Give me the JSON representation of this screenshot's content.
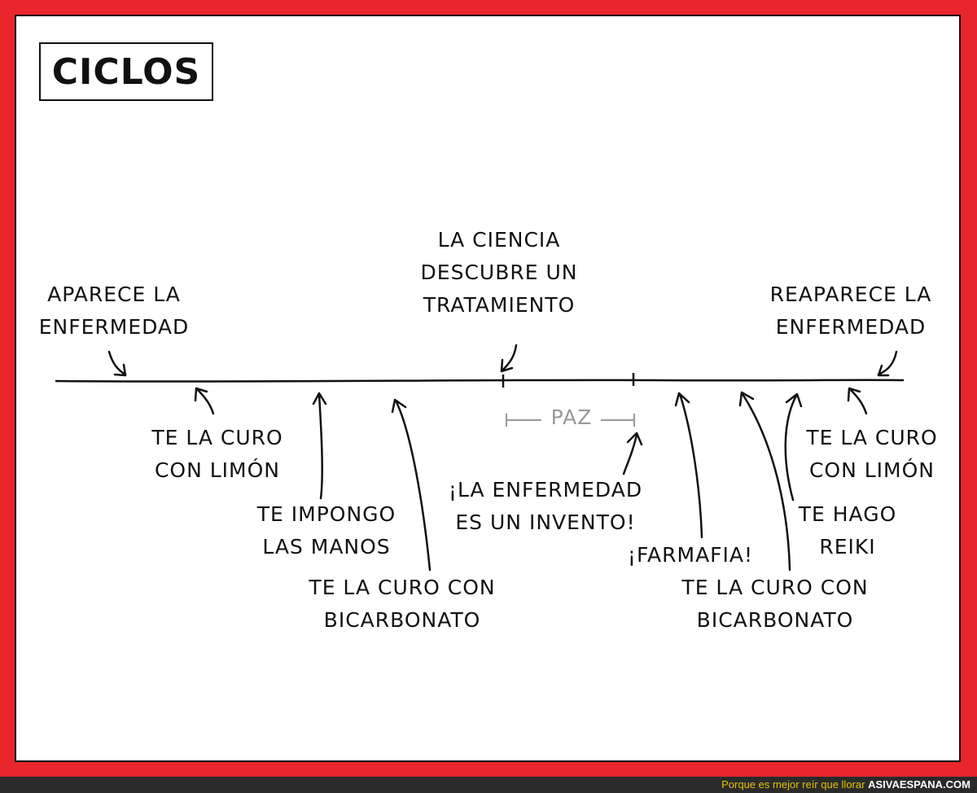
{
  "title": "CICLOS",
  "timeline_above": {
    "start": [
      "APARECE LA",
      "ENFERMEDAD"
    ],
    "science": [
      "LA CIENCIA",
      "DESCUBRE UN",
      "TRATAMIENTO"
    ],
    "end": [
      "REAPARECE LA",
      "ENFERMEDAD"
    ]
  },
  "peace": "PAZ",
  "timeline_below": {
    "limon1": [
      "TE LA CURO",
      "CON LIMÓN"
    ],
    "manos": [
      "TE IMPONGO",
      "LAS MANOS"
    ],
    "bicarbonato1": [
      "TE LA CURO CON",
      "BICARBONATO"
    ],
    "invento": [
      "¡LA ENFERMEDAD",
      "ES UN INVENTO!"
    ],
    "farmafia": [
      "¡FARMAFIA!"
    ],
    "bicarbonato2": [
      "TE LA CURO CON",
      "BICARBONATO"
    ],
    "reiki": [
      "TE HAGO",
      "REIKI"
    ],
    "limon2": [
      "TE LA CURO",
      "CON LIMÓN"
    ]
  },
  "footer": {
    "tagline": "Porque es mejor reír que llorar",
    "site": "ASIVAESPANA.COM"
  },
  "colors": {
    "frame": "#e8262c",
    "panel": "#ffffff",
    "ink": "#111111",
    "peace": "#999999",
    "tagline": "#e4c200"
  }
}
